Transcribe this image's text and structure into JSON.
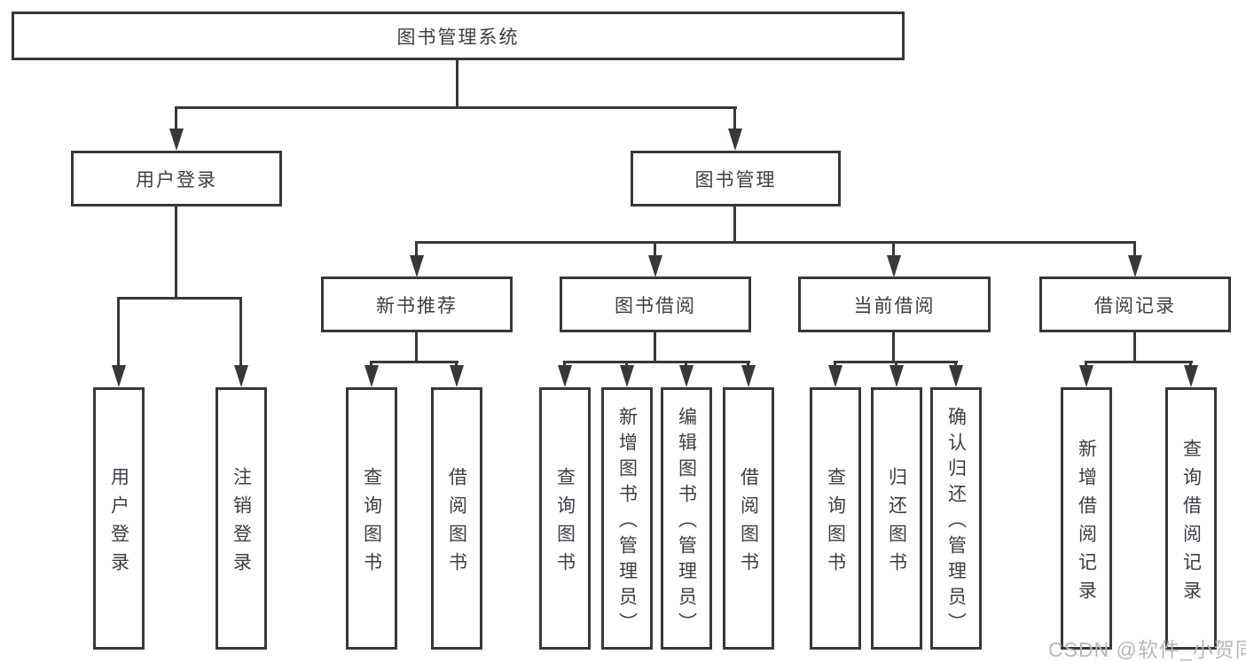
{
  "colors": {
    "line": "#37383a",
    "text": "#3c3e44",
    "watermark": "#b8b8b8",
    "background": "#ffffff"
  },
  "tree": {
    "label": "图书管理系统",
    "children": [
      {
        "label": "用户登录",
        "children": [
          {
            "label": "用户登录"
          },
          {
            "label": "注销登录"
          }
        ]
      },
      {
        "label": "图书管理",
        "children": [
          {
            "label": "新书推荐",
            "children": [
              {
                "label": "查询图书"
              },
              {
                "label": "借阅图书"
              }
            ]
          },
          {
            "label": "图书借阅",
            "children": [
              {
                "label": "查询图书"
              },
              {
                "label": "新增图书（管理员）"
              },
              {
                "label": "编辑图书（管理员）"
              },
              {
                "label": "借阅图书"
              }
            ]
          },
          {
            "label": "当前借阅",
            "children": [
              {
                "label": "查询图书"
              },
              {
                "label": "归还图书"
              },
              {
                "label": "确认归还（管理员）"
              }
            ]
          },
          {
            "label": "借阅记录",
            "children": [
              {
                "label": "新增借阅记录"
              },
              {
                "label": "查询借阅记录"
              }
            ]
          }
        ]
      }
    ]
  },
  "watermark": {
    "text": "CSDN @软件_小贺同学"
  }
}
